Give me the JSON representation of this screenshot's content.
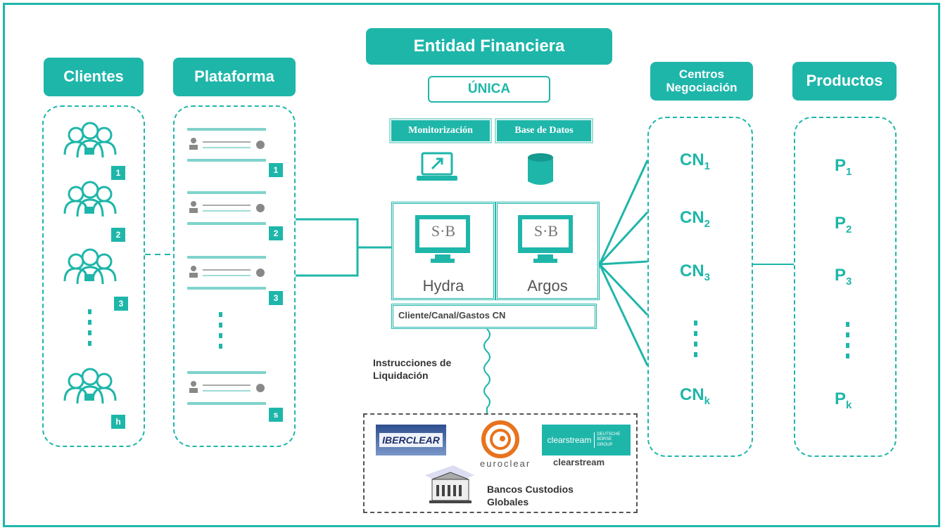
{
  "headers": {
    "entidad": "Entidad Financiera",
    "clientes": "Clientes",
    "plataforma": "Plataforma",
    "centros": "Centros Negociación",
    "productos": "Productos"
  },
  "unica": "ÚNICA",
  "monitorizacion": "Monitorización",
  "base_datos": "Base de Datos",
  "systems": {
    "left": {
      "logo": "S·B",
      "name": "Hydra"
    },
    "right": {
      "logo": "S·B",
      "name": "Argos"
    }
  },
  "cliente_canal": "Cliente/Canal/Gastos CN",
  "instrucciones": "Instrucciones de Liquidación",
  "clientes_badges": [
    "1",
    "2",
    "3",
    "h"
  ],
  "plataforma_badges": [
    "1",
    "2",
    "3",
    "s"
  ],
  "centros_items": [
    {
      "base": "CN",
      "sub": "1"
    },
    {
      "base": "CN",
      "sub": "2"
    },
    {
      "base": "CN",
      "sub": "3"
    },
    {
      "base": "CN",
      "sub": "k"
    }
  ],
  "productos_items": [
    {
      "base": "P",
      "sub": "1"
    },
    {
      "base": "P",
      "sub": "2"
    },
    {
      "base": "P",
      "sub": "3"
    },
    {
      "base": "P",
      "sub": "k"
    }
  ],
  "custodians": {
    "iberclear": "IBERCLEAR",
    "euroclear": "euroclear",
    "clearstream_logo": "clearstream",
    "clearstream_group": "DEUTSCHE BÖRSE GROUP",
    "clearstream_caption": "clearstream",
    "bancos": "Bancos Custodios Globales"
  },
  "colors": {
    "accent": "#1fb6aa",
    "light": "#9fdcd6"
  }
}
